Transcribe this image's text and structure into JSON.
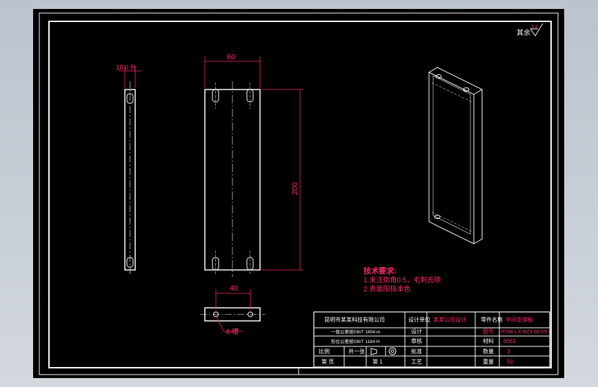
{
  "roughness": {
    "label": "其余",
    "value": "3.2"
  },
  "dimensions": {
    "side_thickness": "10",
    "side_suffix": "0 外",
    "front_width": "60",
    "front_height": "200",
    "top_width": "40",
    "hole_note": "4-槽"
  },
  "tech_requirements": {
    "title": "技术要求:",
    "lines": [
      "1.未注倒角0.5，毛刺去除",
      "2.表面阳极本色"
    ]
  },
  "title_block": {
    "company": "昆明市某某科技有限公司",
    "std_line1": "一般公差按GB/T 1804-m",
    "std_line2": "形位公差按GB/T 1184-H",
    "design_label": "设计单位",
    "design_value": "某某公司设计",
    "part_name_label": "零件名称",
    "part_name": "中间支撑板",
    "drawing_label": "设计",
    "drawing_no_label": "图号",
    "drawing_no": "PSW-LX-BZJ-60-05",
    "check_label": "审核",
    "material_label": "材料",
    "material": "6061",
    "scale_label": "比例",
    "sheet_label": "共一张",
    "qty_label": "数量",
    "qty": "3",
    "approve_label": "批准",
    "process_label": "工艺",
    "weight_label": "重量",
    "weight": "50",
    "page_label": "第 页",
    "page_sep": "第 1"
  },
  "colors": {
    "line": "#ffffff",
    "dim": "#ff2a6a",
    "text": "#ff2a6a",
    "frame": "#ffffff",
    "center": "#ffffff"
  }
}
